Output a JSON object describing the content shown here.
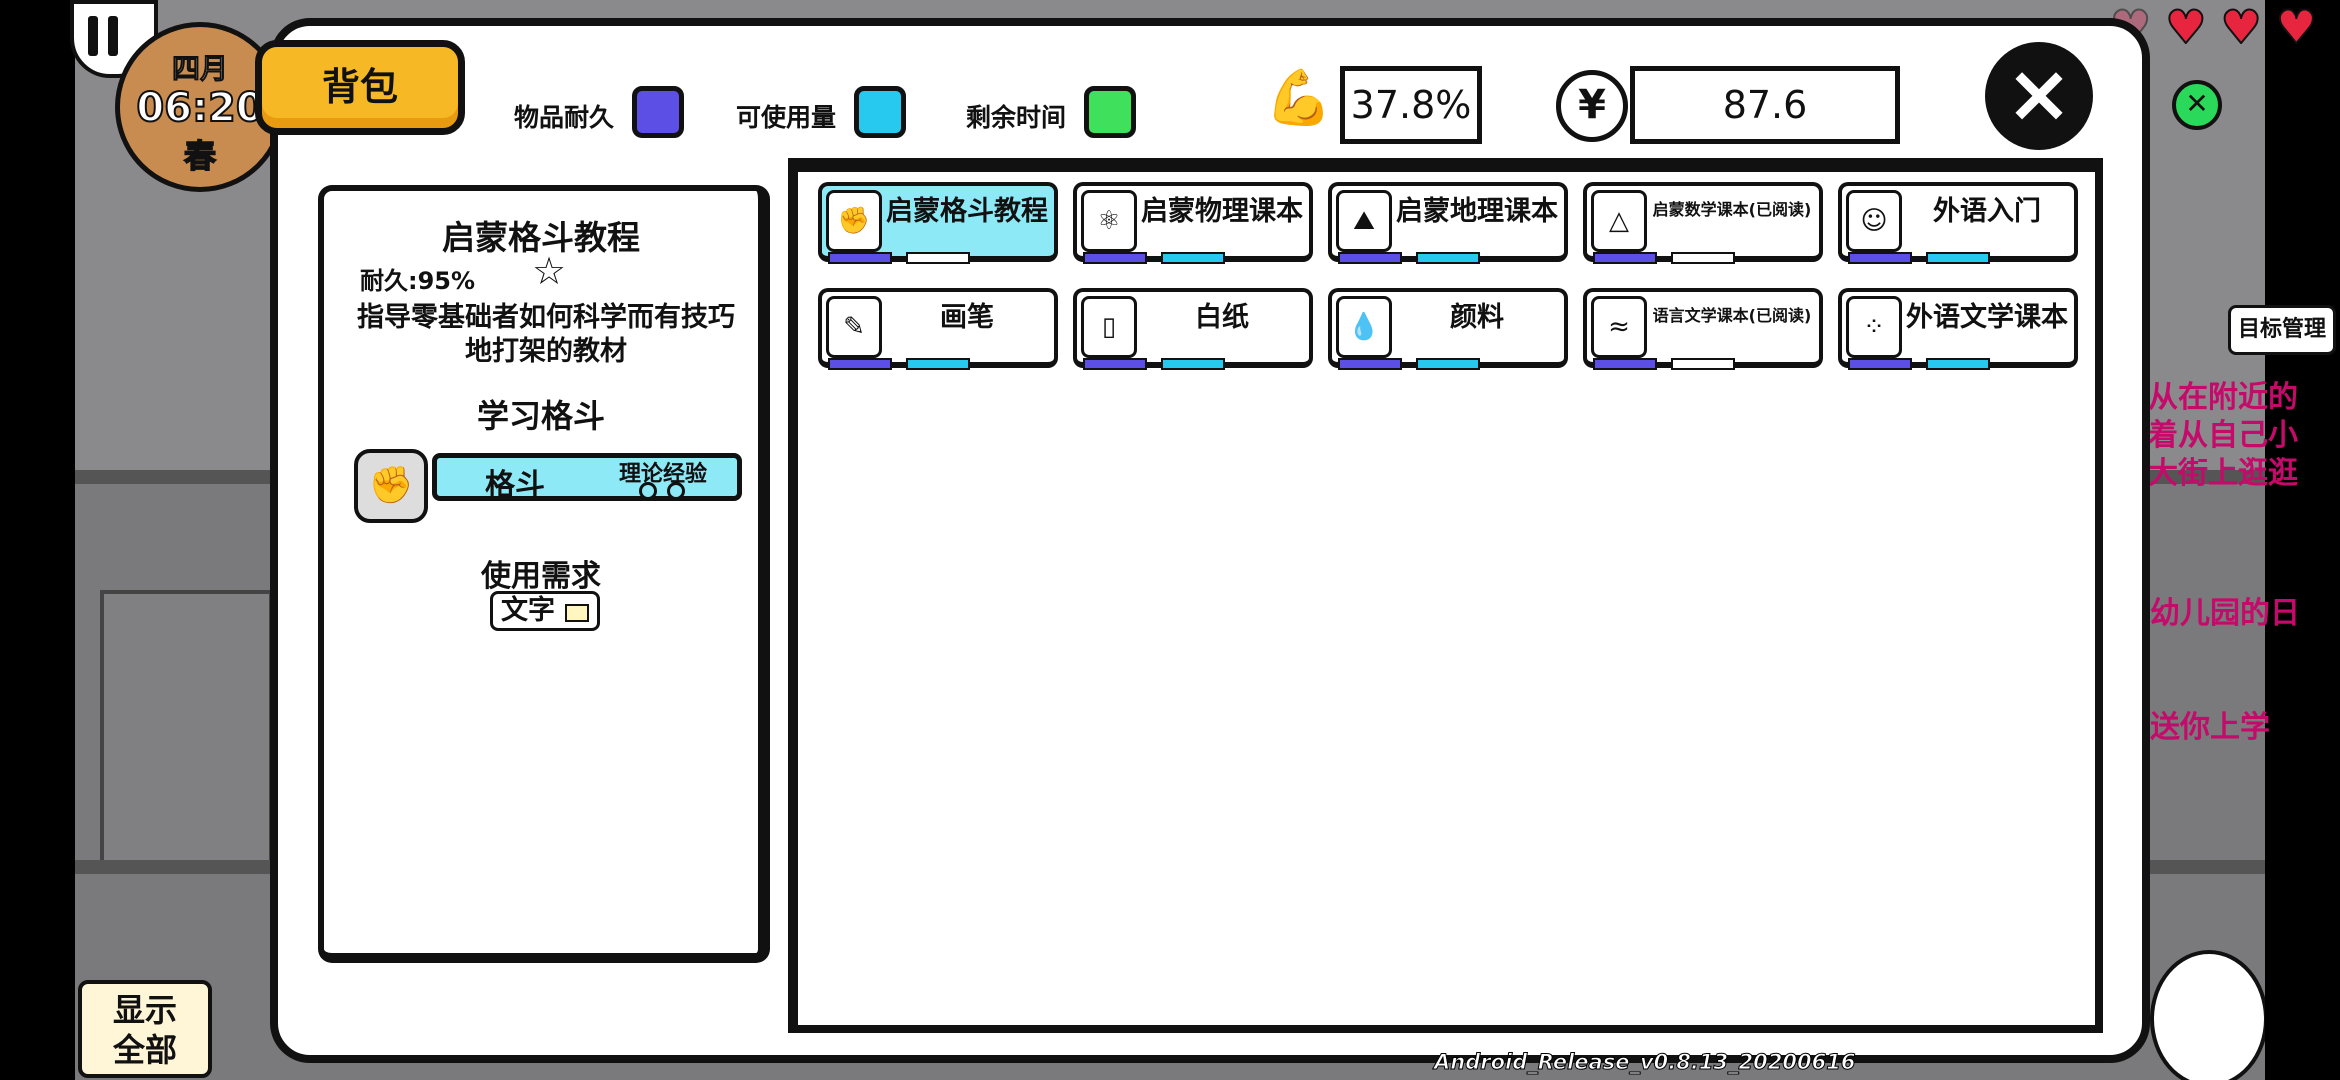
{
  "clock": {
    "month": "四月",
    "time": "06:20",
    "season": "春"
  },
  "bag_label": "背包",
  "legend": [
    {
      "label": "物品耐久",
      "color": "#5b4fe6"
    },
    {
      "label": "可使用量",
      "color": "#27c9ef"
    },
    {
      "label": "剩余时间",
      "color": "#3ee05c"
    }
  ],
  "stats": {
    "strength": "37.8%",
    "money": "87.6"
  },
  "info": {
    "title": "启蒙格斗教程",
    "durability": "耐久:95%",
    "description": "指导零基础者如何科学而有技巧地打架的教材",
    "learn_title": "学习格斗",
    "skill_name": "格斗",
    "skill_sub": "理论经验",
    "requirement_title": "使用需求",
    "requirement_tag": "文字"
  },
  "items": [
    {
      "name": "启蒙格斗教程",
      "icon": "fist-book-icon",
      "glyph": "✊",
      "selected": true,
      "usage_white": true
    },
    {
      "name": "启蒙物理课本",
      "icon": "physics-book-icon",
      "glyph": "⚛",
      "selected": false,
      "usage_white": false
    },
    {
      "name": "启蒙地理课本",
      "icon": "geography-book-icon",
      "glyph": "⛰",
      "selected": false,
      "usage_white": false
    },
    {
      "name": "启蒙数学课本(已阅读)",
      "icon": "math-book-icon",
      "glyph": "△",
      "selected": false,
      "usage_white": true
    },
    {
      "name": "外语入门",
      "icon": "foreign-book-icon",
      "glyph": "☺",
      "selected": false,
      "usage_white": false
    },
    {
      "name": "画笔",
      "icon": "brush-icon",
      "glyph": "✎",
      "selected": false,
      "usage_white": false
    },
    {
      "name": "白纸",
      "icon": "paper-icon",
      "glyph": "▯",
      "selected": false,
      "usage_white": false
    },
    {
      "name": "颜料",
      "icon": "paint-tube-icon",
      "glyph": "💧",
      "selected": false,
      "usage_white": false
    },
    {
      "name": "语言文学课本(已阅读)",
      "icon": "literature-book-icon",
      "glyph": "≈",
      "selected": false,
      "usage_white": true
    },
    {
      "name": "外语文学课本",
      "icon": "foreign-literature-book-icon",
      "glyph": "⁘",
      "selected": false,
      "usage_white": false
    }
  ],
  "show_all": "显示全部",
  "goal_button": "目标管理",
  "side_texts": [
    "从在附近的",
    "着从自己小",
    "大街上逛逛",
    "幼儿园的日",
    "送你上学"
  ],
  "version": "Android_Release_v0.8.13_20200616"
}
